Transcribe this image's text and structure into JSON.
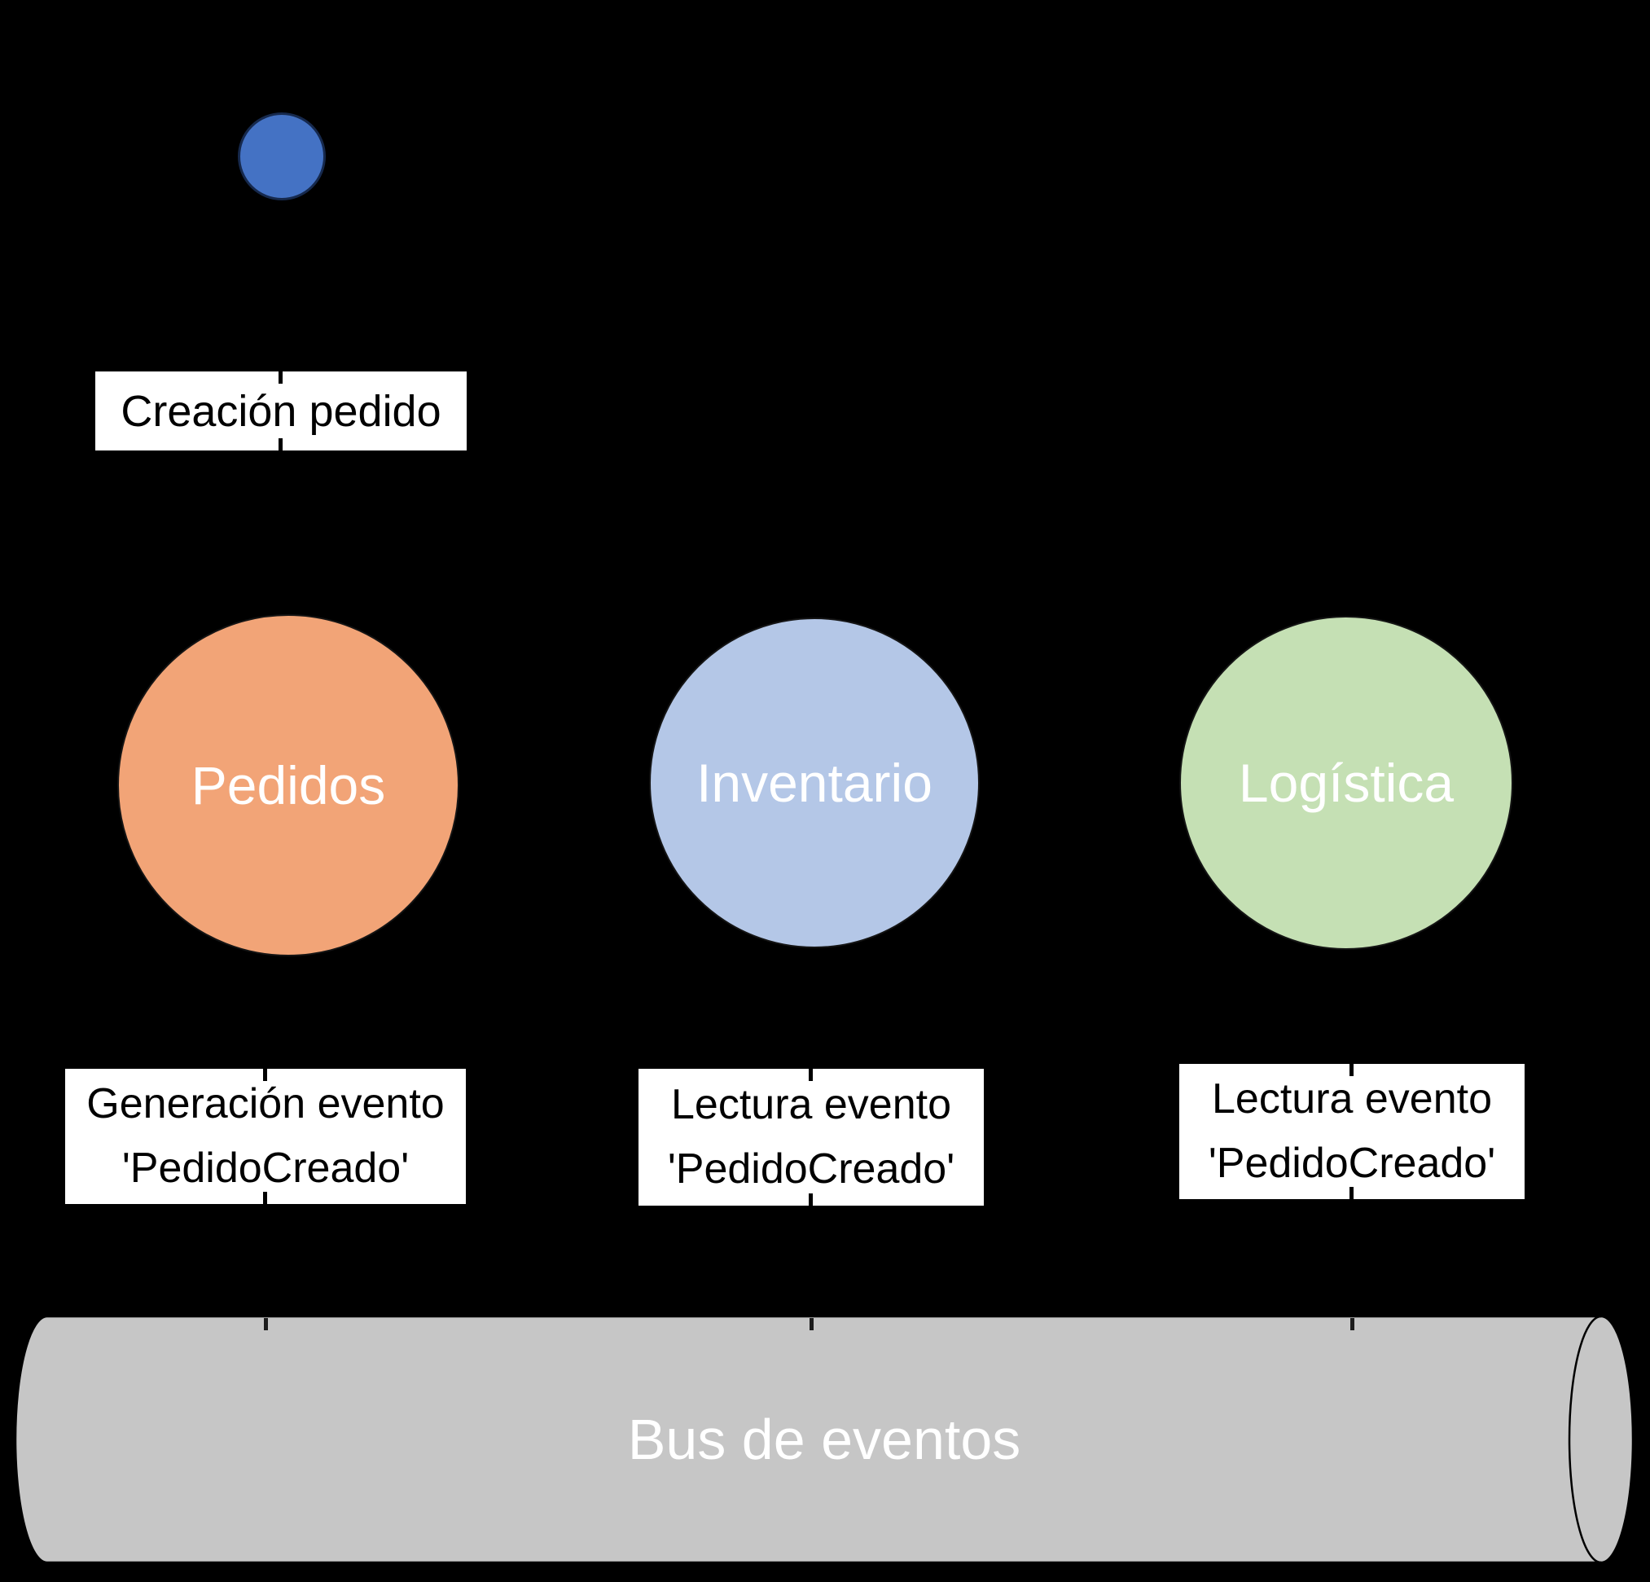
{
  "diagram": {
    "background_color": "#000000",
    "actor": {
      "label": "Creación pedido",
      "head_color": "#4472C4"
    },
    "services": [
      {
        "name": "Pedidos",
        "color": "#F2A477",
        "event_label_line1": "Generación evento",
        "event_label_line2": "'PedidoCreado'"
      },
      {
        "name": "Inventario",
        "color": "#B4C7E7",
        "event_label_line1": "Lectura evento",
        "event_label_line2": "'PedidoCreado'"
      },
      {
        "name": "Logística",
        "color": "#C5E0B4",
        "event_label_line1": "Lectura evento",
        "event_label_line2": "'PedidoCreado'"
      }
    ],
    "bus": {
      "label": "Bus de eventos",
      "color": "#C6C6C6"
    }
  }
}
